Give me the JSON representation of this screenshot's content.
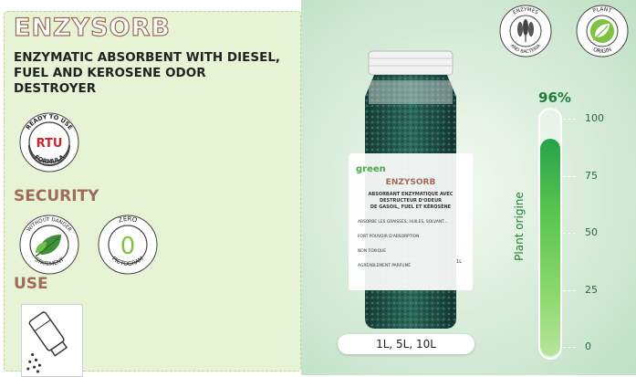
{
  "product": {
    "name": "ENZYSORB",
    "headline": "ENZYMATIC ABSORBENT WITH DIESEL, FUEL AND KEROSENE ODOR DESTROYER"
  },
  "badges": {
    "rtu": {
      "top_text": "READY TO USE",
      "center": "RTU",
      "bottom_text": "FORMULA"
    },
    "without_danger": {
      "top_text": "WITHOUT DANGER",
      "bottom_text": "STATEMENT",
      "icon": "leaf-icon"
    },
    "zero_pictogram": {
      "top_text": "ZERO",
      "center": "0",
      "bottom_text": "PICTOGRAM"
    }
  },
  "sections": {
    "security": "SECURITY",
    "use": "USE"
  },
  "use_icon": "shaker-bottle-icon",
  "top_badges": {
    "enzymes": {
      "top_text": "ENZYMES",
      "bottom_text": "AND BACTERIA",
      "icon": "wheat-icon"
    },
    "plant_origin": {
      "top_text": "PLANT",
      "bottom_text": "ORIGIN",
      "icon": "leaf-icon"
    }
  },
  "jar_label": {
    "brand": "green",
    "name": "ENZYSORB",
    "desc_lines": [
      "ABSORBANT ENZYMATIQUE AVEC",
      "DESTRUCTEUR D'ODEUR",
      "DE GASOIL, FUEL ET KÉROSÈNE"
    ],
    "bullets": [
      "ABSORBE LES GRAISSES, HUILES, SOLVANT...",
      "FORT POUVOIR D'ABSORPTION",
      "NON TOXIQUE",
      "AGRÉABLEMENT PARFUMÉ"
    ],
    "volume": "1L"
  },
  "sizes": "1L, 5L, 10L",
  "gauge": {
    "percent_label": "96%",
    "value": 96,
    "max": 100,
    "axis_label": "Plant origine",
    "ticks": [
      "100",
      "75",
      "50",
      "25",
      "0"
    ]
  },
  "colors": {
    "accent_green": "#1f7d3a",
    "title_brown": "#a06b59",
    "panel_bg": "#e7f3d5",
    "rtu_red": "#d2232a"
  }
}
